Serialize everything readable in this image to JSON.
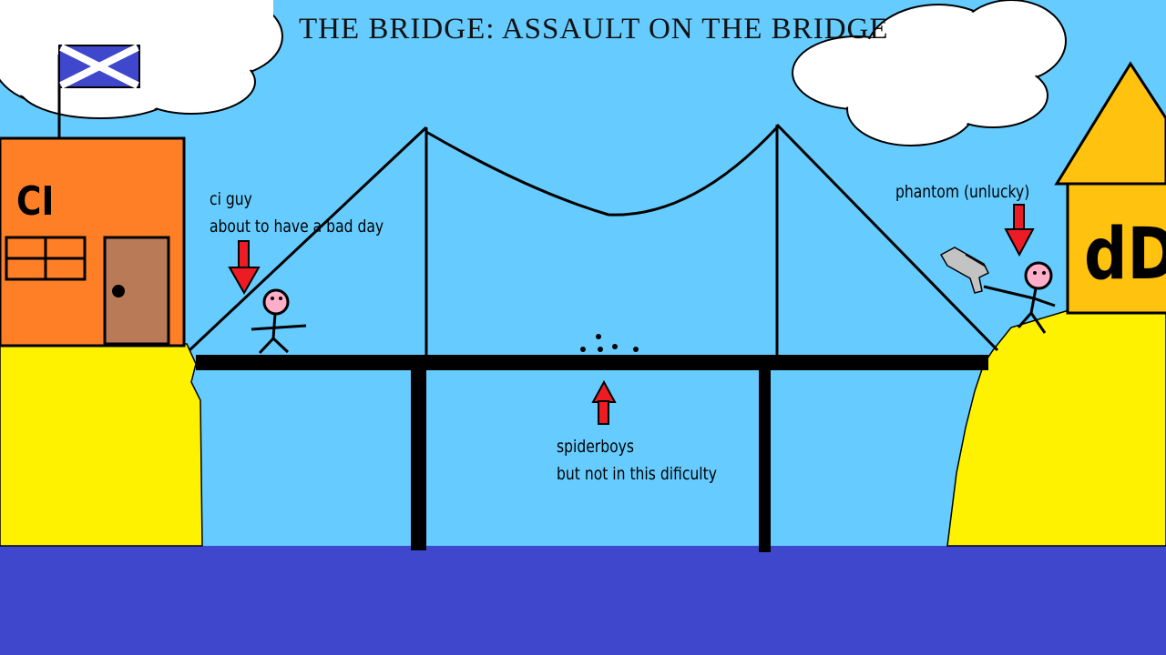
{
  "title": "THE BRIDGE: ASSAULT ON THE BRIDGE",
  "buildings": {
    "left_sign": "CI",
    "right_sign": "dD"
  },
  "annotations": {
    "ci_guy_line1": "ci guy",
    "ci_guy_line2": "about to have a bad day",
    "phantom": "phantom (unlucky)",
    "spiderboys_line1": "spiderboys",
    "spiderboys_line2": "but not in this dificulty"
  },
  "colors": {
    "sky": "#66ccff",
    "water": "#3f48cc",
    "sand": "#fff200",
    "left_building": "#ff7f27",
    "right_building": "#ffc20e",
    "door": "#b97a57",
    "arrow": "#ed1c24",
    "flag": "#3f48cc",
    "skin": "#ffaec9"
  },
  "icons": {
    "flag": "saltire-flag-icon",
    "weapon": "rifle-icon",
    "arrow": "down-arrow-icon"
  }
}
